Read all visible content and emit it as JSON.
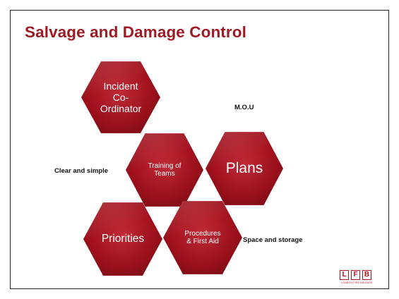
{
  "slide": {
    "title": "Salvage and Damage Control",
    "hexagons": [
      {
        "id": "incident",
        "label": "Incident Co-Ordinator"
      },
      {
        "id": "training",
        "label": "Training of Teams"
      },
      {
        "id": "plans",
        "label": "Plans"
      },
      {
        "id": "priorities",
        "label": "Priorities"
      },
      {
        "id": "procedures",
        "label": "Procedures & First Aid"
      }
    ],
    "notes": {
      "mou": "M.O.U",
      "clear": "Clear and simple",
      "space": "Space and storage"
    },
    "logo": {
      "letters": [
        "L",
        "F",
        "B"
      ],
      "subtitle": "LONDON FIRE BRIGADE"
    },
    "colors": {
      "title": "#9c1b25",
      "hexagon": "#a3111d",
      "logo": "#b2131e"
    }
  }
}
